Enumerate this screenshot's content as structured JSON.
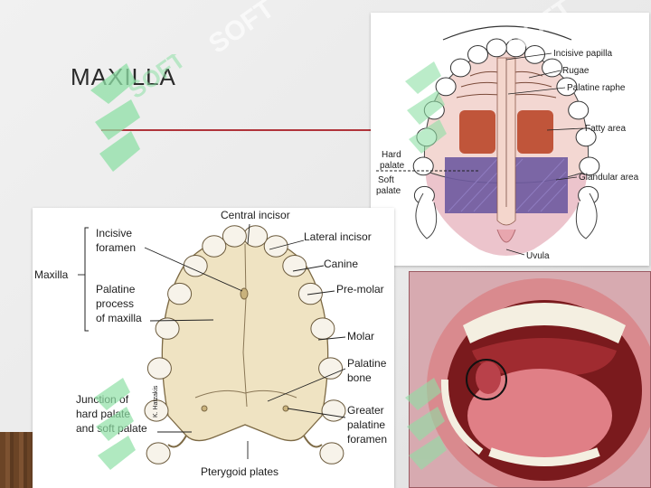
{
  "slide": {
    "title": "MAXILLA"
  },
  "top_diagram": {
    "labels": {
      "incisive_papilla": "Incisive papilla",
      "rugae": "Rugae",
      "palatine_raphe": "Palatine raphe",
      "fatty_area": "Fatty area",
      "hard_palate": [
        "Hard",
        "palate"
      ],
      "soft_palate": [
        "Soft",
        "palate"
      ],
      "glandular_area": "Glandular area",
      "uvula": "Uvula"
    },
    "colors": {
      "fatty_area": "#c0553a",
      "glandular_area": "#6e5aa0",
      "soft_tissue": "#ecc4cc"
    }
  },
  "left_diagram": {
    "labels": {
      "central_incisor": "Central incisor",
      "lateral_incisor": "Lateral incisor",
      "canine": "Canine",
      "premolar": "Pre-molar",
      "molar": "Molar",
      "palatine_bone": [
        "Palatine",
        "bone"
      ],
      "greater_palatine_foramen": [
        "Greater",
        "palatine",
        "foramen"
      ],
      "pterygoid_plates": "Pterygoid plates",
      "maxilla": "Maxilla",
      "incisive_foramen": [
        "Incisive",
        "foramen"
      ],
      "palatine_process": [
        "Palatine",
        "process",
        "of maxilla"
      ],
      "junction": [
        "Junction of",
        "hard palate",
        "and soft palate"
      ],
      "artist_signature": "K. Hatzakis"
    },
    "colors": {
      "bone": "#efe3c2",
      "bone_outline": "#7d6a45"
    }
  },
  "photo": {
    "icon": "open-mouth-photo",
    "colors": {
      "lip": "#d98a8e",
      "cavity": "#7a1a1d",
      "tongue": "#e07f86",
      "teeth": "#f4efe1"
    }
  },
  "watermark": {
    "text": "SOFT",
    "color": "#8fe0a6"
  }
}
